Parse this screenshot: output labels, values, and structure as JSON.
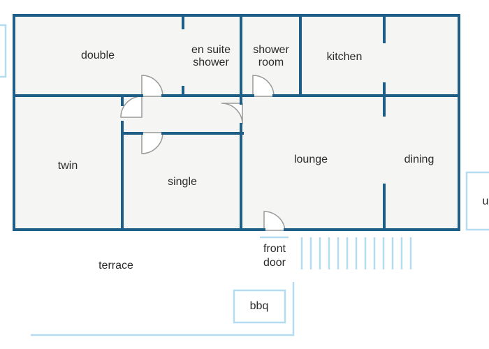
{
  "rooms": {
    "double": "double",
    "en_suite_line1": "en suite",
    "en_suite_line2": "shower",
    "shower_room_line1": "shower",
    "shower_room_line2": "room",
    "kitchen": "kitchen",
    "twin": "twin",
    "single": "single",
    "lounge": "lounge",
    "dining": "dining"
  },
  "outside": {
    "front_door_line1": "front",
    "front_door_line2": "door",
    "terrace": "terrace",
    "bbq": "bbq",
    "utility_partial": "u"
  },
  "colors": {
    "wall": "#1f5f87",
    "exterior": "#b3dcf1",
    "floor": "#f5f5f4"
  }
}
